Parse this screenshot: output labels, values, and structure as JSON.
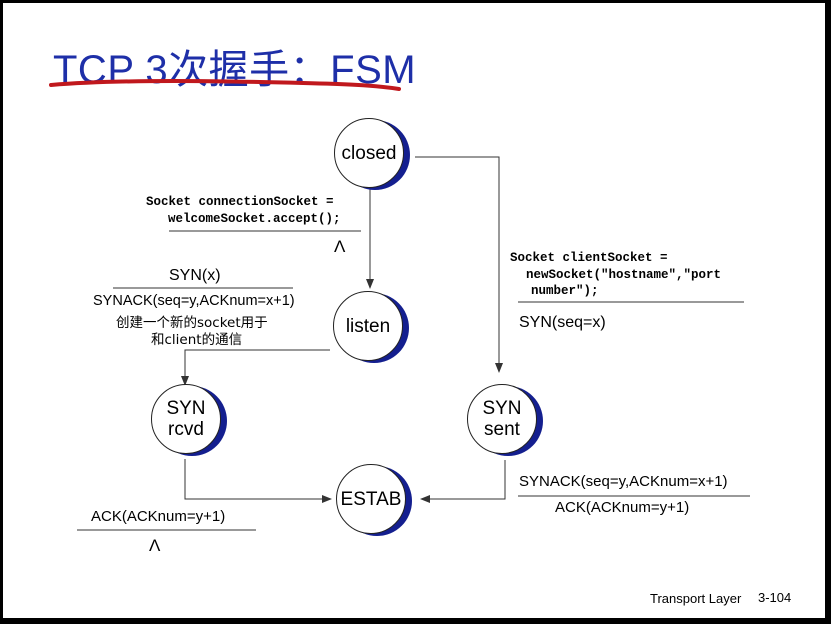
{
  "title": {
    "text": "TCP 3次握手：FSM",
    "color": "#1e2fa8",
    "underline_color": "#c0181d"
  },
  "states": {
    "closed": "closed",
    "listen": "listen",
    "syn_rcvd": [
      "SYN",
      "rcvd"
    ],
    "syn_sent": [
      "SYN",
      "sent"
    ],
    "estab": "ESTAB"
  },
  "transitions": {
    "closed_to_listen": {
      "code": [
        "Socket connectionSocket =",
        "welcomeSocket.accept();"
      ],
      "action": "Λ"
    },
    "closed_to_syn_sent": {
      "code": [
        "Socket clientSocket =",
        "newSocket(\"hostname\",\"port",
        "number\");"
      ],
      "action": "SYN(seq=x)"
    },
    "listen_to_syn_rcvd": {
      "event": "SYN(x)",
      "actions": [
        "SYNACK(seq=y,ACKnum=x+1)",
        "创建一个新的socket用于",
        "和client的通信"
      ]
    },
    "syn_sent_to_estab": {
      "event": "SYNACK(seq=y,ACKnum=x+1)",
      "action": "ACK(ACKnum=y+1)"
    },
    "syn_rcvd_to_estab": {
      "event": "ACK(ACKnum=y+1)",
      "action": "Λ"
    }
  },
  "footer": {
    "label": "Transport Layer",
    "page": "3-104"
  },
  "colors": {
    "state_shadow": "#141f8f",
    "frame": "#000000",
    "background": "#ffffff"
  }
}
